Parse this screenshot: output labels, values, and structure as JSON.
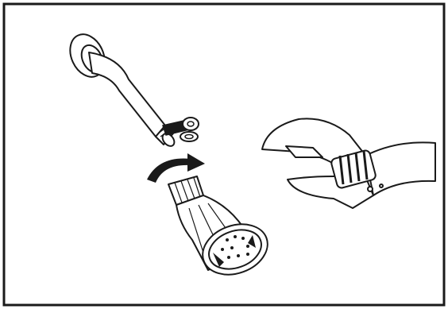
{
  "illustration": {
    "parts": [
      {
        "name": "shower-arm",
        "role": "threaded pipe with wall flange"
      },
      {
        "name": "thread-tape",
        "role": "sealing tape wrapped on threads"
      },
      {
        "name": "washer",
        "role": "rubber washer"
      },
      {
        "name": "shower-head",
        "role": "replacement shower head"
      },
      {
        "name": "rotation-arrow",
        "role": "tighten clockwise"
      },
      {
        "name": "adjustable-wrench",
        "role": "tool"
      }
    ],
    "colors": {
      "ink": "#1a1a1a",
      "paper": "#ffffff",
      "border": "#1a1a1a"
    }
  }
}
